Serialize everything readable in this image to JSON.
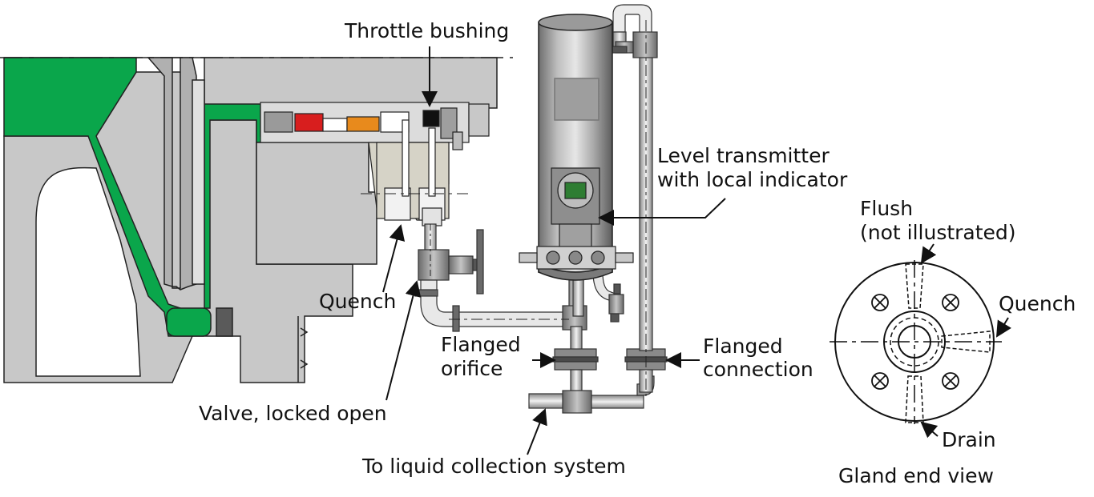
{
  "labels": {
    "throttle_bushing": "Throttle bushing",
    "level_transmitter_line1": "Level transmitter",
    "level_transmitter_line2": "with local indicator",
    "flush_line1": "Flush",
    "flush_line2": "(not illustrated)",
    "quench_right": "Quench",
    "quench_left": "Quench",
    "flanged_orifice_line1": "Flanged",
    "flanged_orifice_line2": "orifice",
    "flanged_connection_line1": "Flanged",
    "flanged_connection_line2": "connection",
    "drain": "Drain",
    "valve_locked_open": "Valve, locked open",
    "to_liquid_collection": "To liquid collection system",
    "gland_end_view": "Gland end view"
  },
  "colors": {
    "seal_green": "#0aa64b",
    "housing_gray": "#c8c8c8",
    "dark_gray": "#5a5a5a",
    "seal_red": "#d81e1e",
    "seal_orange": "#e88a1c",
    "pipe_white": "#ffffff",
    "outline": "#1a1a1a"
  }
}
